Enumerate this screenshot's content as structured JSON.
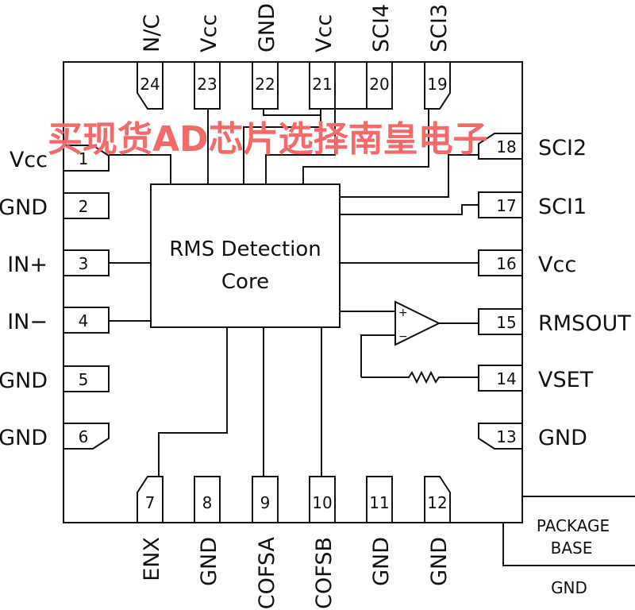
{
  "core": {
    "line1": "RMS Detection",
    "line2": "Core"
  },
  "package": {
    "line1": "PACKAGE",
    "line2": "BASE",
    "ground": "GND"
  },
  "watermark": "买现货AD芯片选择南皇电子",
  "colors": {
    "watermark": "#f26a6a",
    "ink": "#111111"
  },
  "pins": {
    "left": [
      {
        "num": "1",
        "label": "Vcc"
      },
      {
        "num": "2",
        "label": "GND"
      },
      {
        "num": "3",
        "label": "IN+"
      },
      {
        "num": "4",
        "label": "IN−"
      },
      {
        "num": "5",
        "label": "GND"
      },
      {
        "num": "6",
        "label": "GND"
      }
    ],
    "right": [
      {
        "num": "18",
        "label": "SCI2"
      },
      {
        "num": "17",
        "label": "SCI1"
      },
      {
        "num": "16",
        "label": "Vcc"
      },
      {
        "num": "15",
        "label": "RMSOUT"
      },
      {
        "num": "14",
        "label": "VSET"
      },
      {
        "num": "13",
        "label": "GND"
      }
    ],
    "top": [
      {
        "num": "24",
        "label": "N/C"
      },
      {
        "num": "23",
        "label": "Vcc"
      },
      {
        "num": "22",
        "label": "GND"
      },
      {
        "num": "21",
        "label": "Vcc"
      },
      {
        "num": "20",
        "label": "SCI4"
      },
      {
        "num": "19",
        "label": "SCI3"
      }
    ],
    "bottom": [
      {
        "num": "7",
        "label": "ENX"
      },
      {
        "num": "8",
        "label": "GND"
      },
      {
        "num": "9",
        "label": "COFSA"
      },
      {
        "num": "10",
        "label": "COFSB"
      },
      {
        "num": "11",
        "label": "GND"
      },
      {
        "num": "12",
        "label": "GND"
      }
    ]
  },
  "opamp": {
    "plus": "+",
    "minus": "−"
  }
}
